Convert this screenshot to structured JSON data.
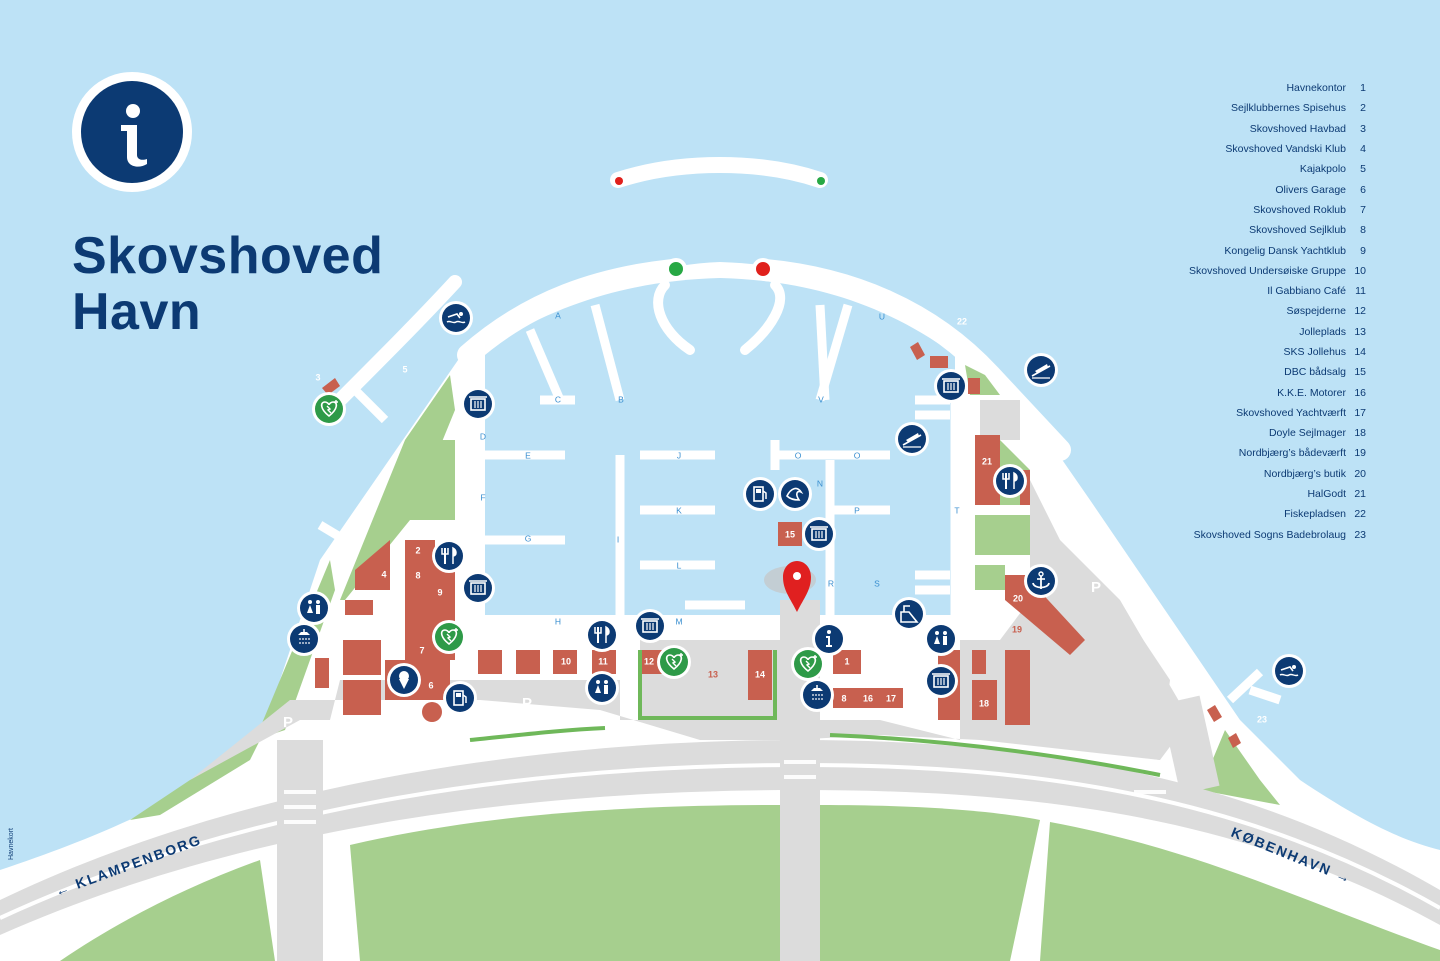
{
  "title": {
    "line1": "Skovshoved",
    "line2": "Havn"
  },
  "side_note": "Havnekort",
  "legend": [
    {
      "name": "Havnekontor",
      "num": "1"
    },
    {
      "name": "Sejlklubbernes Spisehus",
      "num": "2"
    },
    {
      "name": "Skovshoved Havbad",
      "num": "3"
    },
    {
      "name": "Skovshoved Vandski Klub",
      "num": "4"
    },
    {
      "name": "Kajakpolo",
      "num": "5"
    },
    {
      "name": "Olivers Garage",
      "num": "6"
    },
    {
      "name": "Skovshoved Roklub",
      "num": "7"
    },
    {
      "name": "Skovshoved Sejlklub",
      "num": "8"
    },
    {
      "name": "Kongelig Dansk Yachtklub",
      "num": "9"
    },
    {
      "name": "Skovshoved Undersøiske Gruppe",
      "num": "10"
    },
    {
      "name": "Il Gabbiano Café",
      "num": "11"
    },
    {
      "name": "Søspejderne",
      "num": "12"
    },
    {
      "name": "Jolleplads",
      "num": "13"
    },
    {
      "name": "SKS Jollehus",
      "num": "14"
    },
    {
      "name": "DBC bådsalg",
      "num": "15"
    },
    {
      "name": "K.K.E. Motorer",
      "num": "16"
    },
    {
      "name": "Skovshoved Yachtværft",
      "num": "17"
    },
    {
      "name": "Doyle Sejlmager",
      "num": "18"
    },
    {
      "name": "Nordbjærg’s bådeværft",
      "num": "19"
    },
    {
      "name": "Nordbjærg’s butik",
      "num": "20"
    },
    {
      "name": "HalGodt",
      "num": "21"
    },
    {
      "name": "Fiskepladsen",
      "num": "22"
    },
    {
      "name": "Skovshoved Sogns Badebrolaug",
      "num": "23"
    }
  ],
  "roads": {
    "west": "← KLAMPENBORG",
    "east": "KØBENHAVN →"
  },
  "parking": "P",
  "pier_letters": [
    "A",
    "B",
    "C",
    "D",
    "E",
    "F",
    "G",
    "H",
    "I",
    "J",
    "K",
    "L",
    "M",
    "N",
    "O",
    "O",
    "P",
    "R",
    "S",
    "T",
    "U",
    "V"
  ],
  "building_numbers": [
    "1",
    "2",
    "3",
    "4",
    "5",
    "6",
    "7",
    "8",
    "8",
    "9",
    "9",
    "10",
    "11",
    "12",
    "13",
    "14",
    "15",
    "16",
    "17",
    "18",
    "19",
    "20",
    "21",
    "22",
    "23"
  ],
  "colors": {
    "water": "#bde2f6",
    "land": "#ffffff",
    "green": "#a6cf8e",
    "building": "#c8604f",
    "navy": "#0c3a73",
    "aed": "#2e9a48",
    "marker": "#e02020",
    "light_red": "#e0201c",
    "light_green": "#27a844"
  },
  "icons": [
    "info-icon",
    "swim-icon",
    "aed-icon",
    "toilet-icon",
    "restaurant-icon",
    "trash-icon",
    "fuel-icon",
    "slipway-icon",
    "boat-ramp-icon",
    "shower-icon",
    "ice-cream-icon",
    "anchor-icon",
    "crane-icon",
    "location-marker-icon"
  ]
}
